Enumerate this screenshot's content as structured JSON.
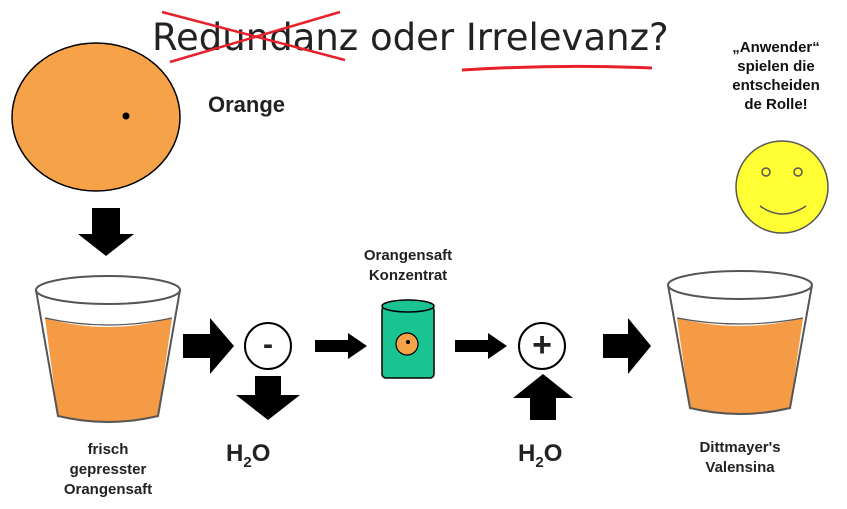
{
  "title": {
    "word1": "Redundanz",
    "word2": "oder",
    "word3": "Irrelevanz?"
  },
  "note": {
    "line1": "„Anwender“",
    "line2": "spielen die",
    "line3": "entscheiden",
    "line4": "de Rolle!"
  },
  "labels": {
    "orange": "Orange",
    "fresh_juice": [
      "frisch",
      "gepresster",
      "Orangensaft"
    ],
    "concentrate": [
      "Orangensaft",
      "Konzentrat"
    ],
    "product": [
      "Dittmayer's",
      "Valensina"
    ],
    "water_symbol": "H",
    "water_subscript": "2",
    "water_suffix": "O",
    "minus_sign": "-",
    "plus_sign": "+"
  },
  "colors": {
    "orange": "#f5a249",
    "juice": "#f59a45",
    "can": "#19c492",
    "smiley": "#ffff33",
    "strike": "#e8202a",
    "arrow": "#000000"
  }
}
